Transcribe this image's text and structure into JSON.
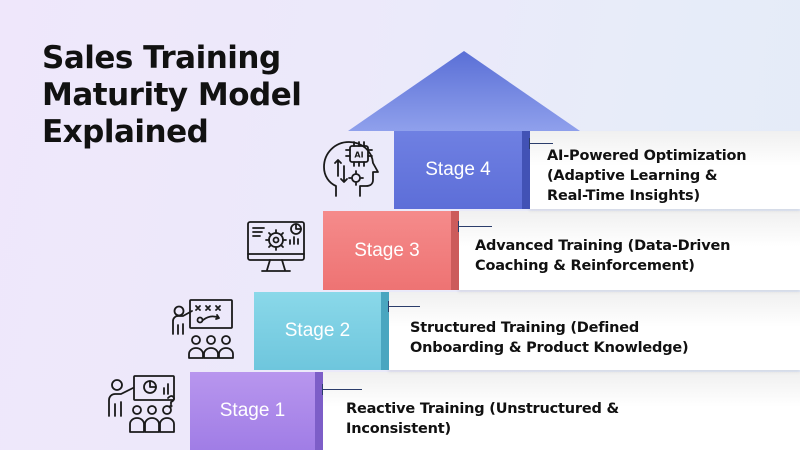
{
  "title": {
    "line1": "Sales Training",
    "line2": "Maturity Model",
    "line3": "Explained"
  },
  "stages": [
    {
      "label": "Stage 1",
      "desc_line1": "Reactive Training (Unstructured &",
      "desc_line2": "Inconsistent)",
      "color": "#a584e8"
    },
    {
      "label": "Stage 2",
      "desc_line1": "Structured Training (Defined",
      "desc_line2": "Onboarding & Product Knowledge)",
      "color": "#78cfe3"
    },
    {
      "label": "Stage 3",
      "desc_line1": "Advanced Training (Data-Driven",
      "desc_line2": "Coaching & Reinforcement)",
      "color": "#f37e7e"
    },
    {
      "label": "Stage 4",
      "desc_line1": "AI-Powered Optimization",
      "desc_line2": "(Adaptive Learning &",
      "desc_line3": "Real-Time Insights)",
      "color": "#6472dc"
    }
  ],
  "icons": {
    "stage1": "presenter-audience-icon",
    "stage2": "whiteboard-strategy-team-icon",
    "stage3": "monitor-gear-analytics-icon",
    "stage4": "ai-head-icon",
    "stage4_chip_text": "AI"
  },
  "colors": {
    "arrow": "#6a7ee0",
    "connector": "#2b3d6b",
    "title": "#111111"
  }
}
